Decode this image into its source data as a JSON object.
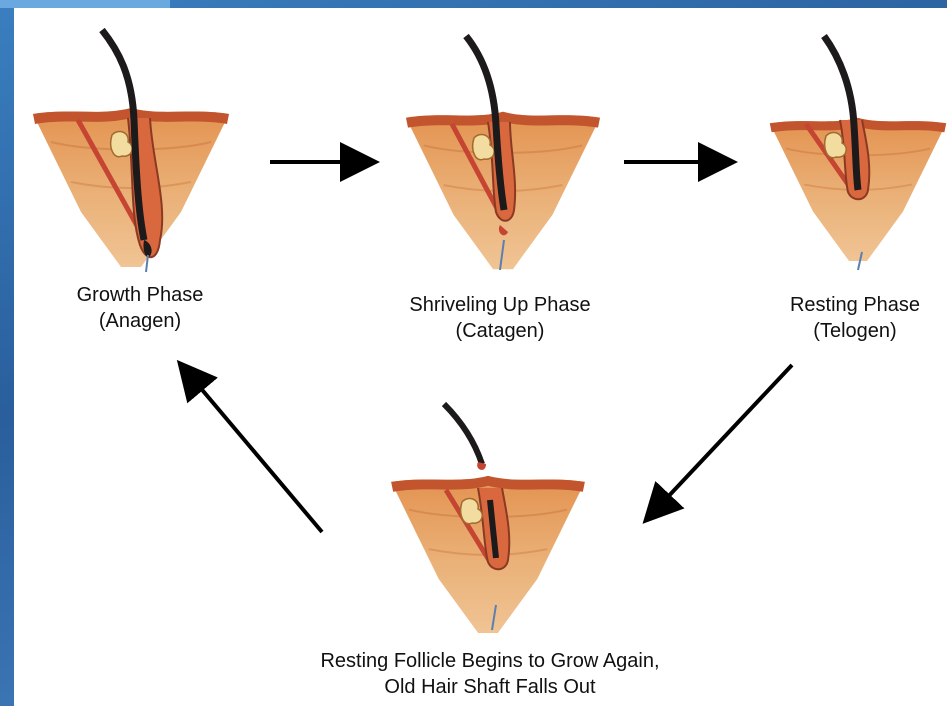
{
  "stages": {
    "anagen": {
      "line1": "Growth Phase",
      "line2": "(Anagen)"
    },
    "catagen": {
      "line1": "Shriveling Up Phase",
      "line2": "(Catagen)"
    },
    "telogen": {
      "line1": "Resting Phase",
      "line2": "(Telogen)"
    },
    "regrowth": {
      "line1": "Resting Follicle Begins to Grow Again,",
      "line2": "Old Hair Shaft Falls Out"
    }
  },
  "colors": {
    "frame": "#2f6aa8",
    "skin": "#e9a466",
    "skin_dark": "#c9773c",
    "epidermis": "#c2552e",
    "hair": "#1c1a1a",
    "arrow": "#000000"
  }
}
